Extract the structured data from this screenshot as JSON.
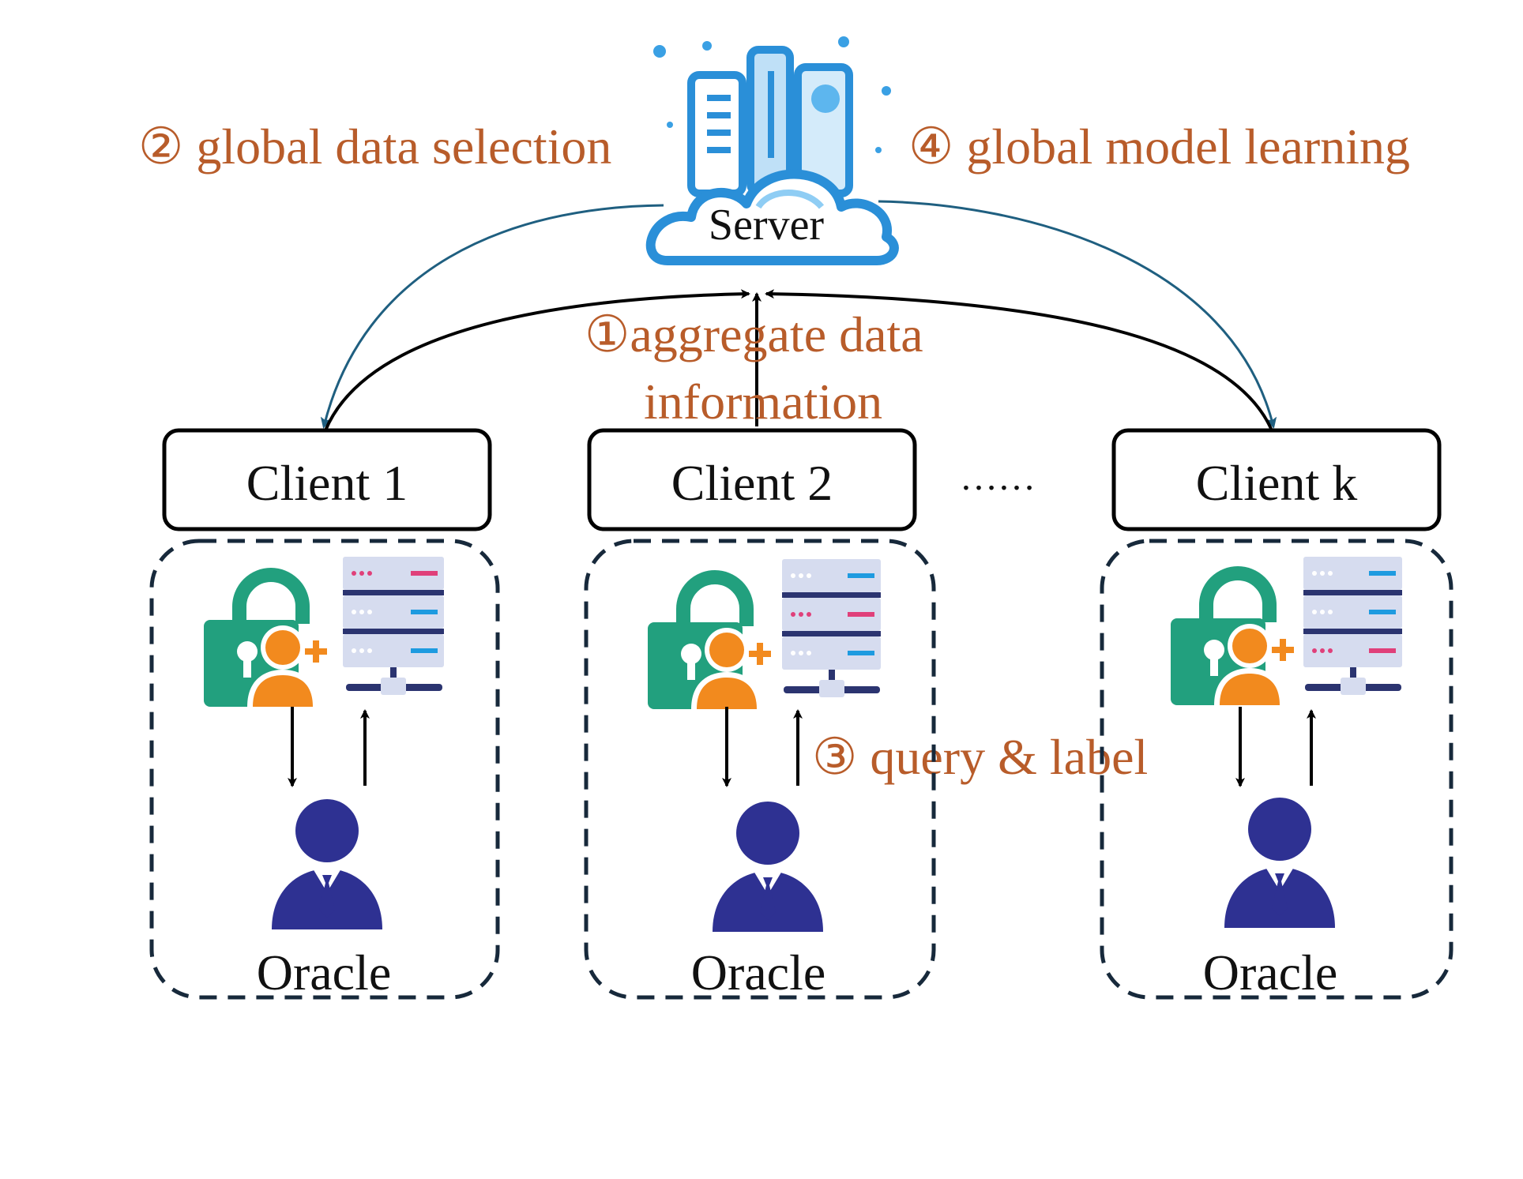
{
  "server": {
    "label": "Server"
  },
  "steps": {
    "step1_line1": "①aggregate data",
    "step1_line2": "information",
    "step2": "② global data selection",
    "step3": "③ query & label",
    "step4": "④ global model learning"
  },
  "clients": [
    {
      "label": "Client 1",
      "oracle": "Oracle"
    },
    {
      "label": "Client 2",
      "oracle": "Oracle"
    },
    {
      "label": "Client k",
      "oracle": "Oracle"
    }
  ],
  "ellipsis": "……",
  "colors": {
    "annotation": "#b85c2a",
    "flow_arrow": "#1f5f80",
    "server_blue": "#2a8fd8",
    "lock_green": "#22a07e",
    "person_orange": "#f28a1e",
    "oracle_navy": "#2e3192",
    "rack_light": "#d6dcef",
    "rack_dark": "#2b3470"
  },
  "icons": {
    "server": "cloud-server-icon",
    "lock": "lock-user-add-icon",
    "rack": "database-server-icon",
    "oracle": "oracle-person-icon"
  }
}
